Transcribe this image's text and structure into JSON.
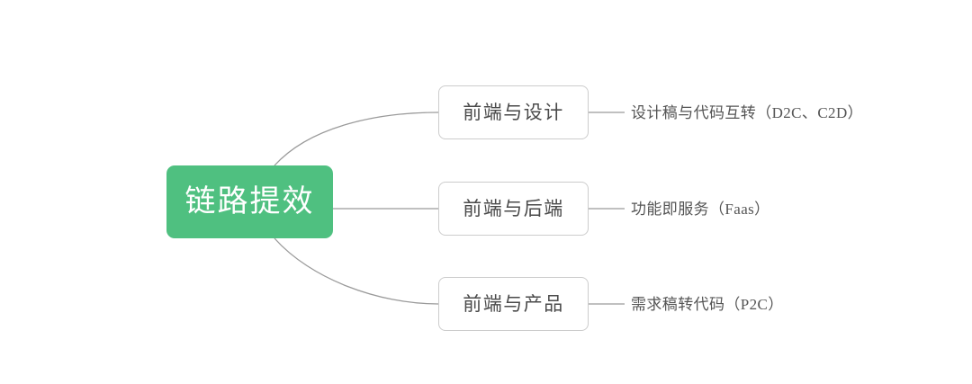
{
  "diagram": {
    "type": "mindmap",
    "orientation": "left-to-right",
    "background_color": "#ffffff",
    "root": {
      "label": "链路提效",
      "fill_color": "#4FC080",
      "text_color": "#ffffff"
    },
    "edge_color": "#9a9a9a",
    "node_border_color": "#cccccc",
    "node_text_color": "#4a4a4a",
    "leaf_text_color": "#555555",
    "branches": [
      {
        "label": "前端与设计",
        "leaf": "设计稿与代码互转（D2C、C2D）"
      },
      {
        "label": "前端与后端",
        "leaf": "功能即服务（Faas）"
      },
      {
        "label": "前端与产品",
        "leaf": "需求稿转代码（P2C）"
      }
    ]
  }
}
